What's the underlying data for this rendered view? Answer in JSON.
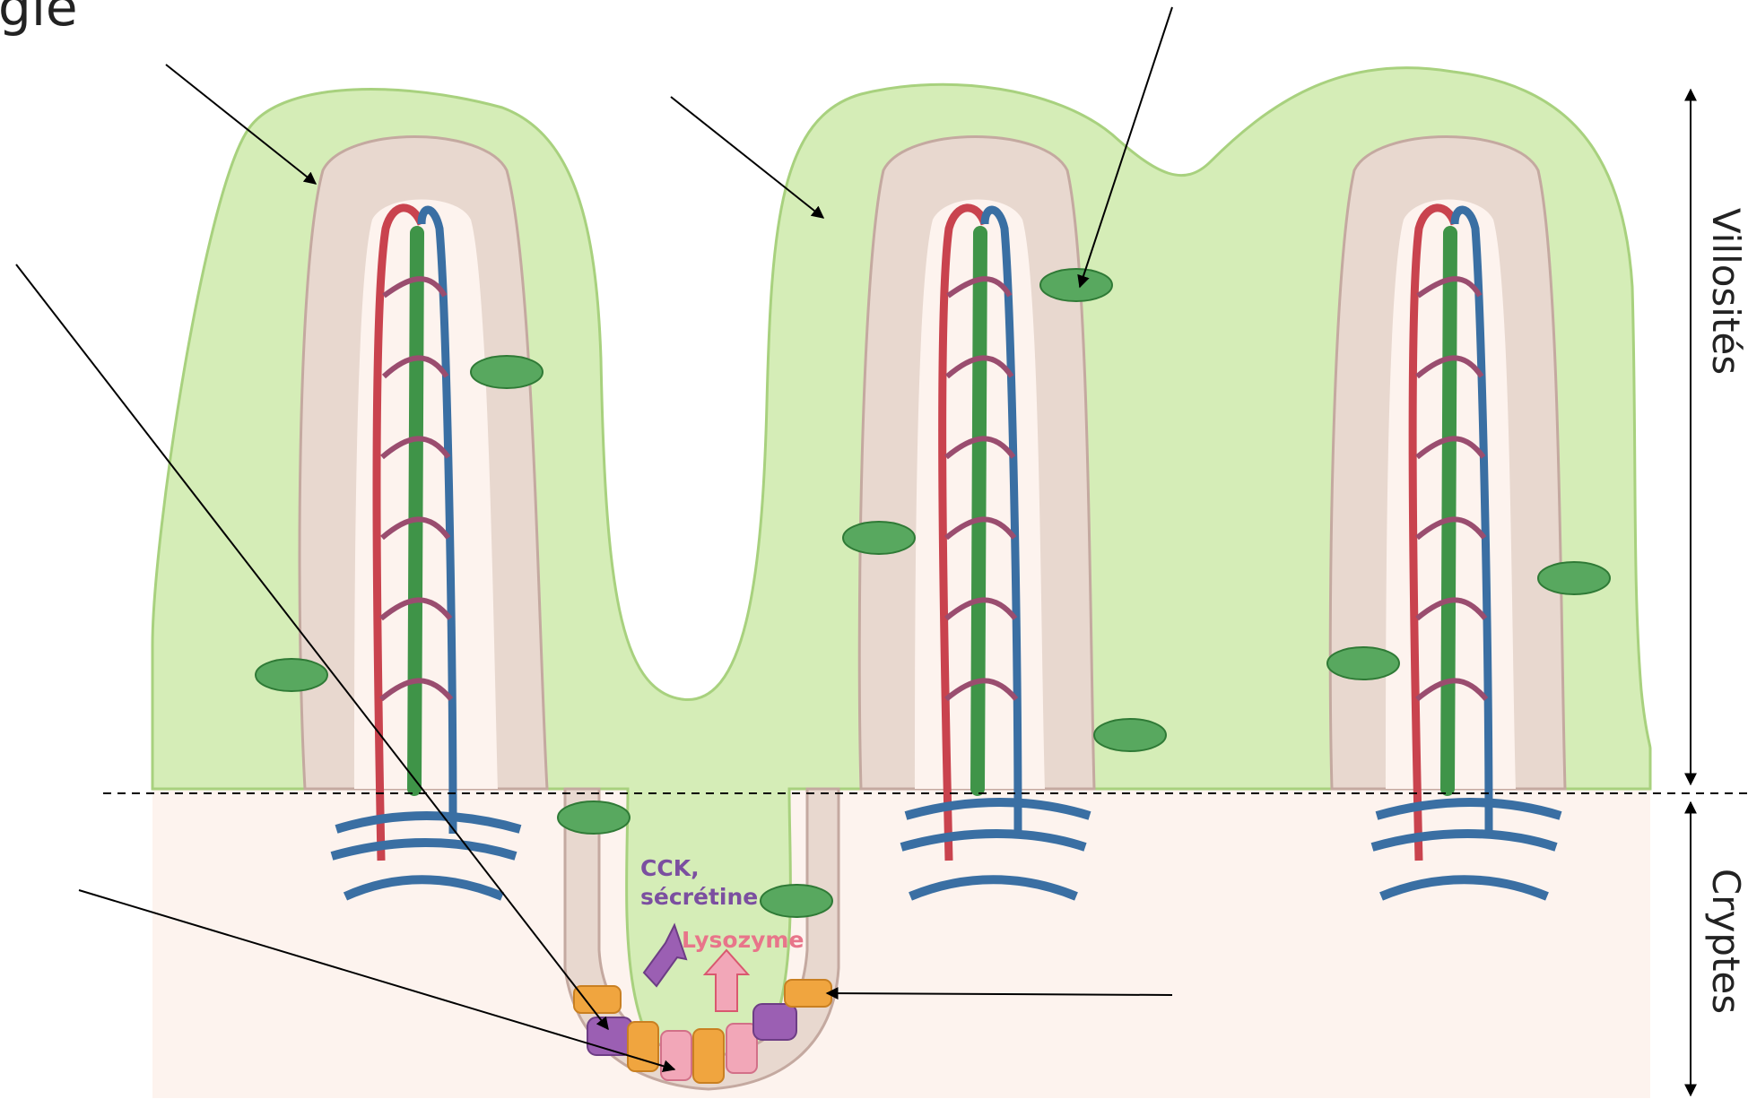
{
  "title_fragment": "gie",
  "side_labels": {
    "villi": "Villosités",
    "crypts": "Cryptes"
  },
  "secretions": {
    "hormones_line1": "CCK,",
    "hormones_line2": "sécrétine",
    "enzyme": "Lysozyme"
  },
  "colors": {
    "lumen": "#d5edb7",
    "lumen_stroke": "#a8d17e",
    "epithelium": "#e8d8cf",
    "epithelium_stroke": "#c4a9a0",
    "nucleus": "#c9918d",
    "lamina_propria": "#fdf3ee",
    "artery": "#c9434e",
    "vein": "#3a6fa3",
    "lacteal": "#3f9448",
    "goblet_cell": "#58a85f",
    "paneth_cell": "#f0a53f",
    "enteroendocrine_cell": "#9b5fb3",
    "stem_cell": "#f2a7b8",
    "hormone_text": "#7b4fa0",
    "enzyme_text": "#e8758a"
  },
  "icons": [
    "upward-arrow-icon",
    "double-headed-arrow-icon"
  ]
}
